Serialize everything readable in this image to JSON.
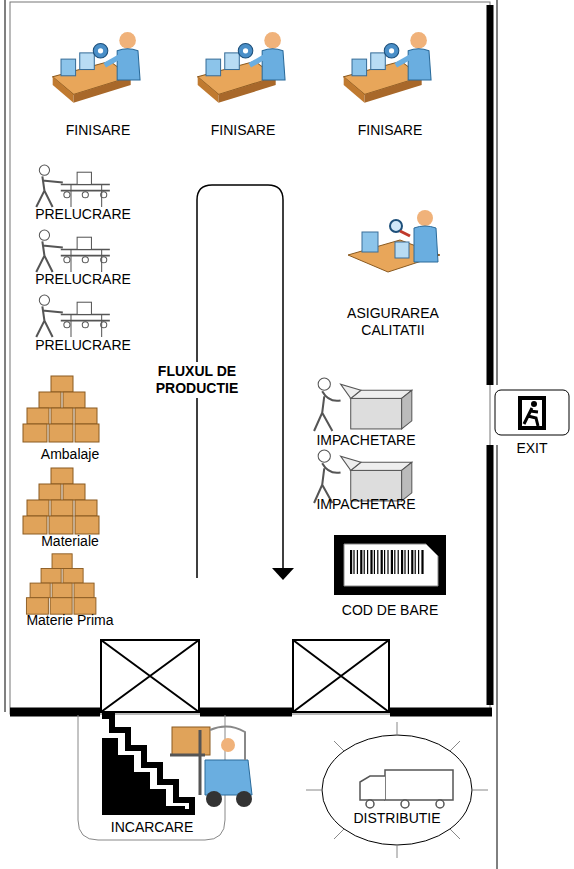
{
  "diagram": {
    "nodes": [
      {
        "text": [
          "COD DE BARE"
        ]
      },
      {
        "text": [
          "EXIT"
        ]
      },
      {
        "text": [
          "INCARCARE"
        ]
      },
      {
        "text": [
          "DISTRIBUTIE"
        ]
      }
    ],
    "labels": [
      "FINISARE",
      "FINISARE",
      "FINISARE",
      "PRELUCRARE",
      "PRELUCRARE",
      "PRELUCRARE",
      "ASIGURAREA CALITATII",
      "FLUXUL DE PRODUCTIE",
      "Ambalaje",
      "Materiale",
      "Materie Prima",
      "IMPACHETARE",
      "IMPACHETARE"
    ]
  }
}
